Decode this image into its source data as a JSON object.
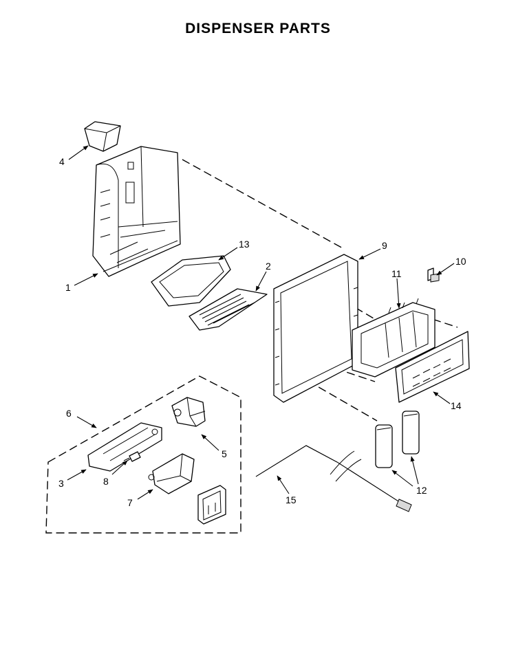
{
  "title": "DISPENSER PARTS",
  "callouts": {
    "p1": "1",
    "p2": "2",
    "p3": "3",
    "p4": "4",
    "p5": "5",
    "p6": "6",
    "p7": "7",
    "p8": "8",
    "p9": "9",
    "p10": "10",
    "p11": "11",
    "p12": "12",
    "p13": "13",
    "p14": "14",
    "p15": "15"
  }
}
